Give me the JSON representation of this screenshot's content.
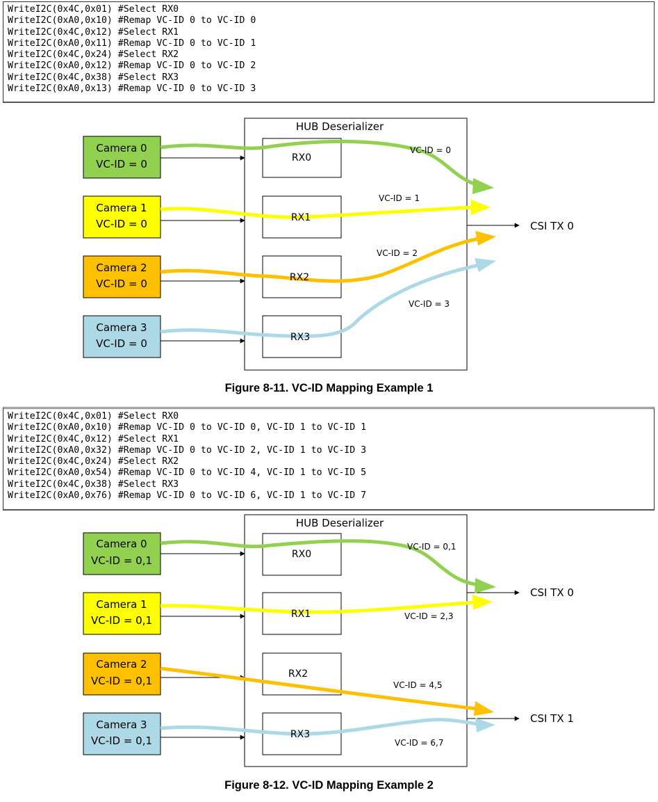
{
  "code_block_1": {
    "lines": [
      "WriteI2C(0x4C,0x01) #Select RX0",
      "WriteI2C(0xA0,0x10) #Remap VC-ID 0 to VC-ID 0",
      "WriteI2C(0x4C,0x12) #Select RX1",
      "WriteI2C(0xA0,0x11) #Remap VC-ID 0 to VC-ID 1",
      "WriteI2C(0x4C,0x24) #Select RX2",
      "WriteI2C(0xA0,0x12) #Remap VC-ID 0 to VC-ID 2",
      "WriteI2C(0x4C,0x38) #Select RX3",
      "WriteI2C(0xA0,0x13) #Remap VC-ID 0 to VC-ID 3"
    ]
  },
  "figure_1": {
    "hub_title": "HUB Deserializer",
    "cameras": [
      {
        "name": "Camera 0",
        "vcid": "VC-ID = 0",
        "color": "#92d050"
      },
      {
        "name": "Camera 1",
        "vcid": "VC-ID = 0",
        "color": "#ffff00"
      },
      {
        "name": "Camera 2",
        "vcid": "VC-ID = 0",
        "color": "#ffc000"
      },
      {
        "name": "Camera 3",
        "vcid": "VC-ID = 0",
        "color": "#add8e6"
      }
    ],
    "rx": [
      "RX0",
      "RX1",
      "RX2",
      "RX3"
    ],
    "flow_labels": [
      "VC-ID = 0",
      "VC-ID = 1",
      "VC-ID = 2",
      "VC-ID = 3"
    ],
    "outputs": [
      "CSI TX 0"
    ],
    "caption": "Figure 8-11. VC-ID Mapping Example 1"
  },
  "code_block_2": {
    "lines": [
      "WriteI2C(0x4C,0x01) #Select RX0",
      "WriteI2C(0xA0,0x10) #Remap VC-ID 0 to VC-ID 0, VC-ID 1 to VC-ID 1",
      "WriteI2C(0x4C,0x12) #Select RX1",
      "WriteI2C(0xA0,0x32) #Remap VC-ID 0 to VC-ID 2, VC-ID 1 to VC-ID 3",
      "WriteI2C(0x4C,0x24) #Select RX2",
      "WriteI2C(0xA0,0x54) #Remap VC-ID 0 to VC-ID 4, VC-ID 1 to VC-ID 5",
      "WriteI2C(0x4C,0x38) #Select RX3",
      "WriteI2C(0xA0,0x76) #Remap VC-ID 0 to VC-ID 6, VC-ID 1 to VC-ID 7"
    ]
  },
  "figure_2": {
    "hub_title": "HUB Deserializer",
    "cameras": [
      {
        "name": "Camera 0",
        "vcid": "VC-ID = 0,1",
        "color": "#92d050"
      },
      {
        "name": "Camera 1",
        "vcid": "VC-ID = 0,1",
        "color": "#ffff00"
      },
      {
        "name": "Camera 2",
        "vcid": "VC-ID = 0,1",
        "color": "#ffc000"
      },
      {
        "name": "Camera 3",
        "vcid": "VC-ID = 0,1",
        "color": "#add8e6"
      }
    ],
    "rx": [
      "RX0",
      "RX1",
      "RX2",
      "RX3"
    ],
    "flow_labels": [
      "VC-ID = 0,1",
      "VC-ID = 2,3",
      "VC-ID = 4,5",
      "VC-ID = 6,7"
    ],
    "outputs": [
      "CSI TX 0",
      "CSI TX 1"
    ],
    "caption": "Figure 8-12. VC-ID Mapping Example 2"
  },
  "colors": {
    "camera0_green": "#92d050",
    "camera1_yellow": "#ffff00",
    "camera2_orange": "#ffc000",
    "camera3_lightblue": "#add8e6"
  }
}
